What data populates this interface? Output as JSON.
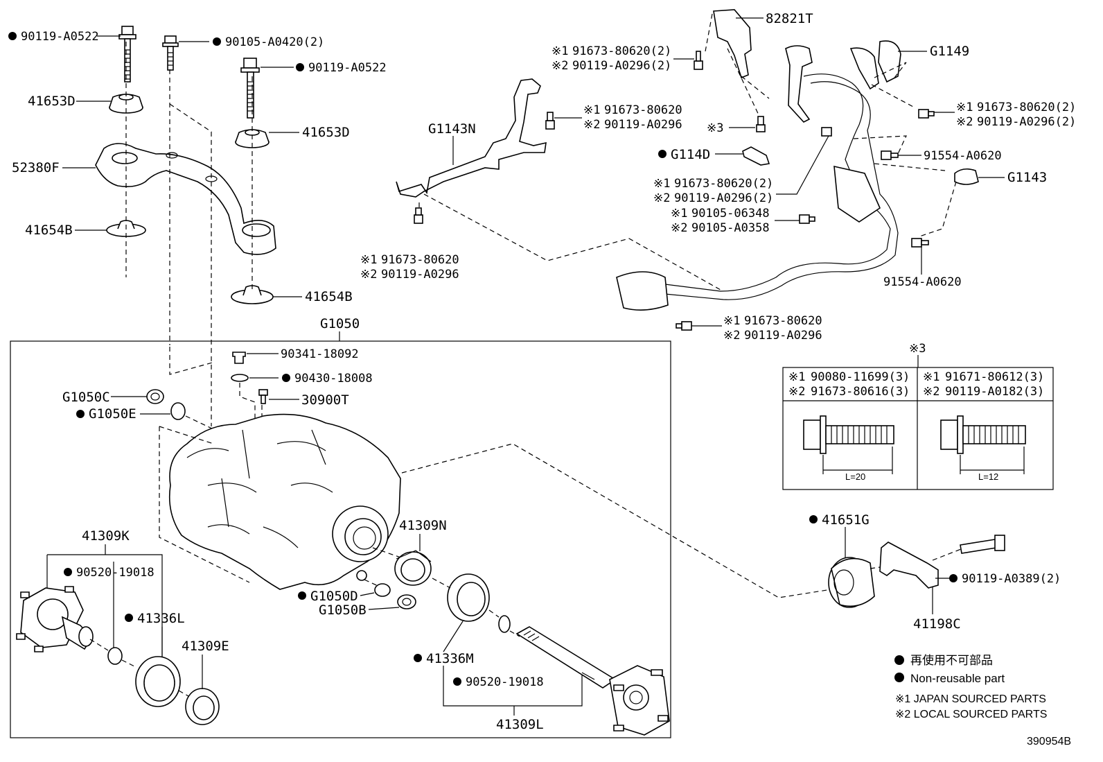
{
  "diagram": {
    "code": "390954B",
    "main_assembly": "G1050",
    "labels": {
      "bolt_top_left": "90119-A0522",
      "bolt_top_mid": "90105-A0420(2)",
      "bolt_mid": "90119-A0522",
      "cushion_upper_left": "41653D",
      "cushion_upper_right": "41653D",
      "support_member": "52380F",
      "cushion_lower_left": "41654B",
      "cushion_lower_right": "41654B",
      "bracket_82821T": "82821T",
      "harness_g1149": "G1149",
      "harness_g1143n": "G1143N",
      "harness_g1143": "G1143",
      "clamp_g114d": "G114D",
      "bolt_91554_upper": "91554-A0620",
      "bolt_91554_lower": "91554-A0620",
      "plug": "90341-18092",
      "gasket": "90430-18008",
      "breather": "30900T",
      "g1050c": "G1050C",
      "g1050e": "G1050E",
      "g1050d": "G1050D",
      "g1050b": "G1050B",
      "seal_41309n": "41309N",
      "seal_41336m": "41336M",
      "snap_90520_right": "90520-19018",
      "shaft_41309l": "41309L",
      "shaft_41309k": "41309K",
      "snap_90520_left": "90520-19018",
      "seal_41336l": "41336L",
      "seal_41309e": "41309E",
      "cushion_41651g": "41651G",
      "bolt_90119_a0389": "90119-A0389(2)",
      "bracket_41198c": "41198C"
    },
    "source_pairs": [
      {
        "id": "bolt_82821T",
        "j": "91673-80620(2)",
        "l": "90119-A0296(2)"
      },
      {
        "id": "bolt_g1143n_top",
        "j": "91673-80620",
        "l": "90119-A0296"
      },
      {
        "id": "bolt_g1149_right",
        "j": "91673-80620(2)",
        "l": "90119-A0296(2)"
      },
      {
        "id": "bolt_mid_right",
        "j": "91673-80620(2)",
        "l": "90119-A0296(2)"
      },
      {
        "id": "bolt_90105",
        "j": "90105-06348",
        "l": "90105-A0358"
      },
      {
        "id": "bolt_g1143n_bottom",
        "j": "91673-80620",
        "l": "90119-A0296"
      },
      {
        "id": "bolt_bottom_harness",
        "j": "91673-80620",
        "l": "90119-A0296"
      }
    ],
    "mark_3": "※3",
    "mark_1": "※1",
    "mark_2": "※2",
    "table": {
      "title": "※3",
      "left": {
        "j": "90080-11699(3)",
        "l": "91673-80616(3)",
        "length": "L=20"
      },
      "right": {
        "j": "91671-80612(3)",
        "l": "90119-A0182(3)",
        "length": "L=12"
      }
    },
    "legend": {
      "line1": "再使用不可部品",
      "line2": "Non-reusable part",
      "line3": "※1 JAPAN SOURCED PARTS",
      "line4": "※2 LOCAL SOURCED PARTS"
    }
  }
}
